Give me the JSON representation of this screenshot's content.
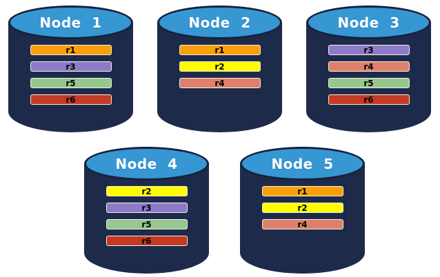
{
  "diagram": {
    "background": "#FFFFFF",
    "cylinder_top_color": "#3697D3",
    "cylinder_body_color": "#1E2A4A",
    "cylinder_outline_color": "#16213E",
    "bar_border_color": "#F2EFE3",
    "bar_text_color": "#000000",
    "title_text_color": "#FFFFFF"
  },
  "replica_colors": {
    "r1": "#F9A008",
    "r2": "#FFFF00",
    "r3": "#8D7BC7",
    "r4": "#E0806C",
    "r5": "#95C78F",
    "r6": "#C43A25"
  },
  "nodes": [
    {
      "label": "Node 1",
      "row": 1,
      "replicas": [
        "r1",
        "r3",
        "r5",
        "r6"
      ]
    },
    {
      "label": "Node 2",
      "row": 1,
      "replicas": [
        "r1",
        "r2",
        "r4"
      ]
    },
    {
      "label": "Node 3",
      "row": 1,
      "replicas": [
        "r3",
        "r4",
        "r5",
        "r6"
      ]
    },
    {
      "label": "Node 4",
      "row": 2,
      "replicas": [
        "r2",
        "r3",
        "r5",
        "r6"
      ]
    },
    {
      "label": "Node 5",
      "row": 2,
      "replicas": [
        "r1",
        "r2",
        "r4"
      ]
    }
  ]
}
